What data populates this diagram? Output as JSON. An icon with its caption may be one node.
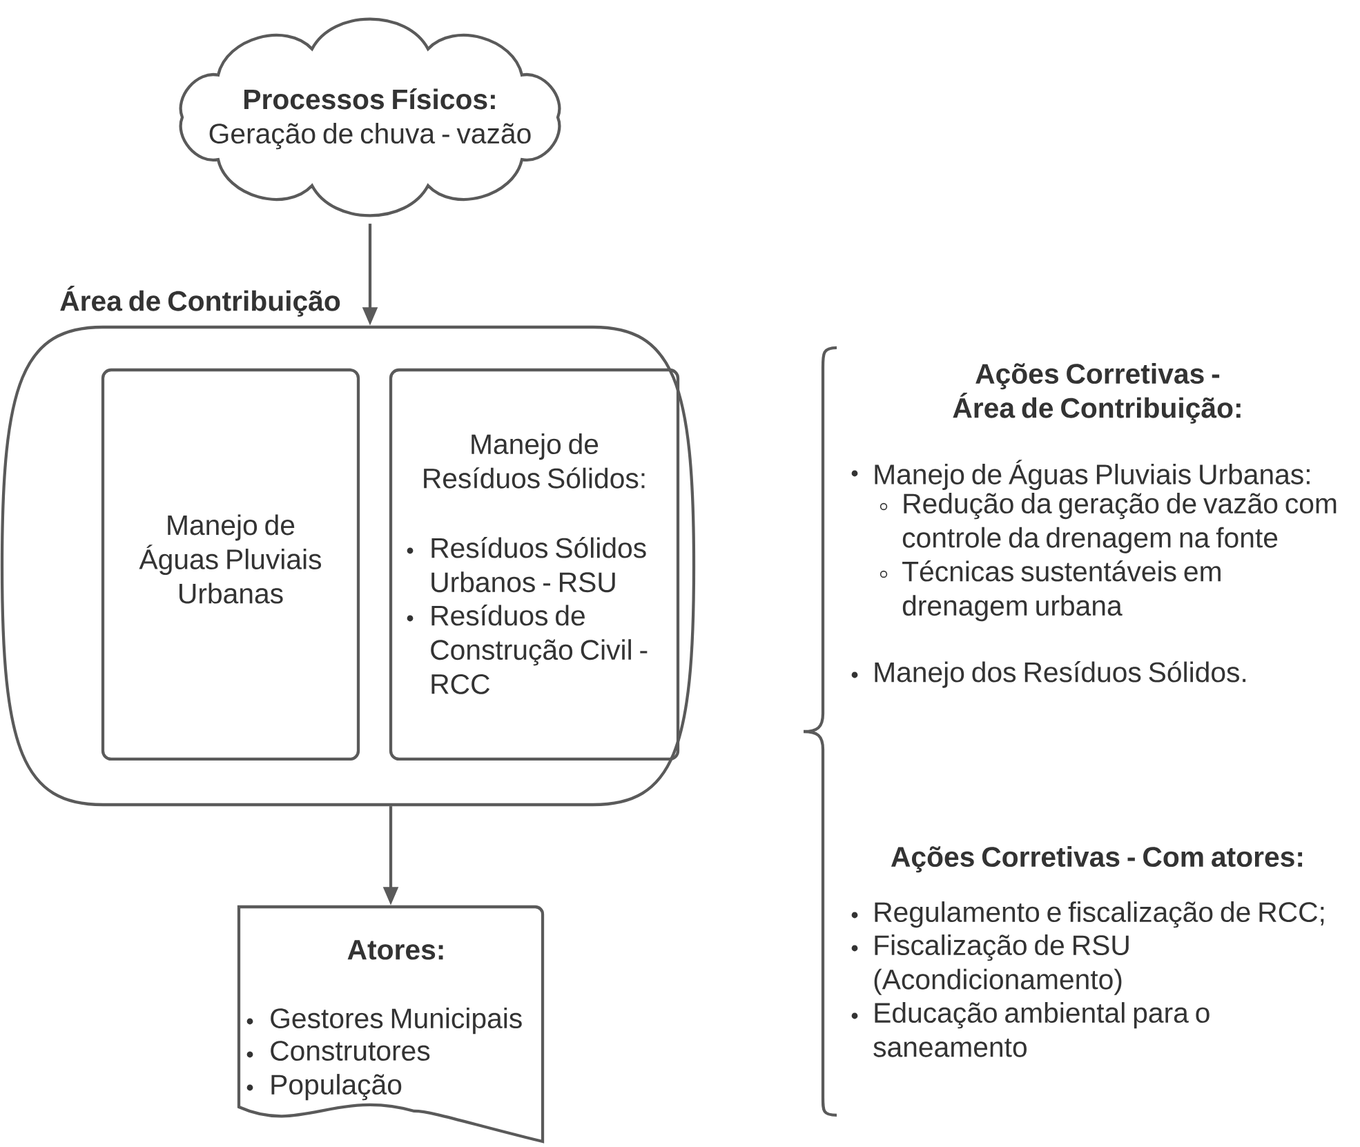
{
  "diagram": {
    "nodes": [
      {
        "text": [
          "Processos Físicos:",
          "Geração de chuva - vazão"
        ]
      },
      {
        "text": [
          "Área de Contribuição"
        ]
      },
      {
        "text": [
          "Manejo de Águas Pluviais Urbanas"
        ],
        "in": 1
      },
      {
        "text": [
          "Manejo de Resíduos Sólidos:",
          "Resíduos Sólidos Urbanos - RSU",
          "Resíduos de Construção Civil - RCC"
        ],
        "in": 1
      },
      {
        "text": [
          "Atores:",
          "Gestores Municipais",
          "Construtores",
          "População"
        ]
      }
    ],
    "edges": [
      {
        "from": 0,
        "to": 1,
        "arrow": "to"
      },
      {
        "from": 1,
        "to": 4,
        "arrow": "to"
      }
    ],
    "labels": [
      "Ações Corretivas -  Área de Contribuição:",
      "Manejo de Águas Pluviais Urbanas:",
      "Redução da geração de vazão com controle da drenagem na fonte",
      "Técnicas sustentáveis em drenagem urbana",
      "Manejo dos Resíduos Sólidos.",
      "Ações Corretivas -  Com atores:",
      "Regulamento e fiscalização de RCC;",
      "Fiscalização de RSU (Acondicionamento)",
      "Educação ambiental para o saneamento"
    ]
  }
}
